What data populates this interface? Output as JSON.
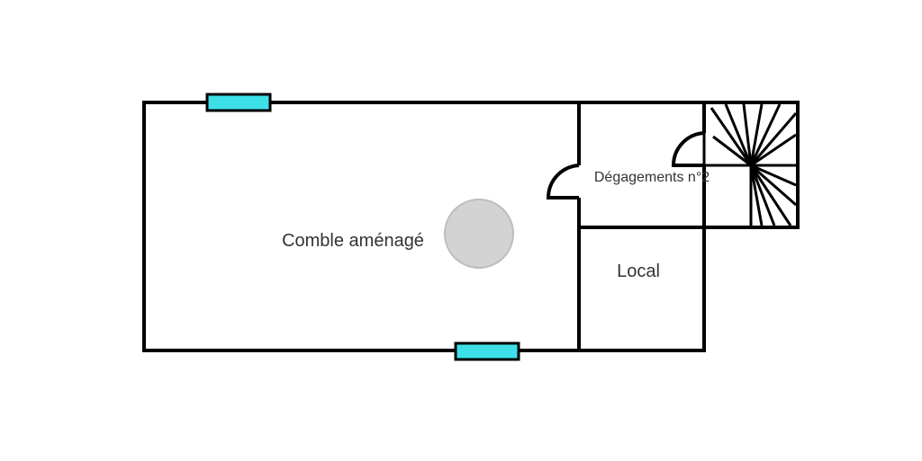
{
  "rooms": {
    "attic": {
      "label": "Comble aménagé"
    },
    "hallway": {
      "label": "Dégagements n°2"
    },
    "storage": {
      "label": "Local"
    }
  },
  "colors": {
    "wall": "#000000",
    "window": "#3ee0e8",
    "column": "#d3d3d3",
    "column_stroke": "#bdbdbd",
    "label": "#333333",
    "background": "#ffffff"
  }
}
